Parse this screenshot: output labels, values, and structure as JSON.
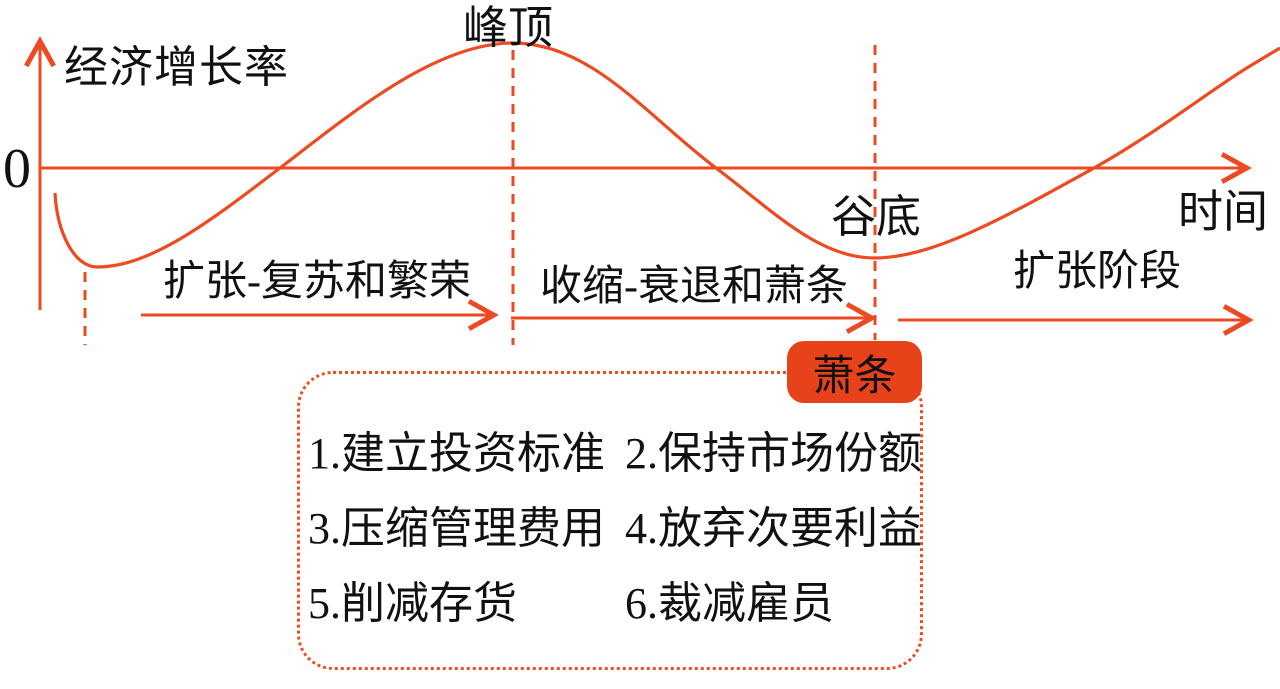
{
  "colors": {
    "line": "#EE4A22",
    "badge_bg": "#E8421A",
    "text": "#111111"
  },
  "axes": {
    "origin_label": "0",
    "y_label": "经济增长率",
    "x_label": "时间"
  },
  "curve": {
    "peak_label": "峰顶",
    "trough_label": "谷底"
  },
  "phases": [
    {
      "label": "扩张-复苏和繁荣"
    },
    {
      "label": "收缩-衰退和萧条"
    },
    {
      "label": "扩张阶段"
    }
  ],
  "badge": {
    "label": "萧条"
  },
  "strategy_box": {
    "items": [
      "1.建立投资标准",
      "2.保持市场份额",
      "3.压缩管理费用",
      "4.放弃次要利益",
      "5.削减存货",
      "6.裁减雇员"
    ]
  }
}
